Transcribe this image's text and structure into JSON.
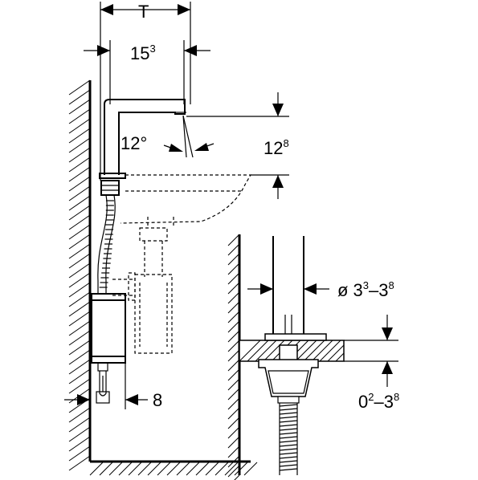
{
  "labels": {
    "depth": "T",
    "reach_main": "15",
    "reach_sup": "3",
    "angle": "12°",
    "height_main": "12",
    "height_sup": "8",
    "side_gap": "8",
    "diameter_prefix": "ø 3",
    "diameter_sup1": "3",
    "diameter_mid": "–3",
    "diameter_sup2": "8",
    "thickness_main": "0",
    "thickness_sup1": "2",
    "thickness_mid": "–3",
    "thickness_sup2": "8"
  }
}
